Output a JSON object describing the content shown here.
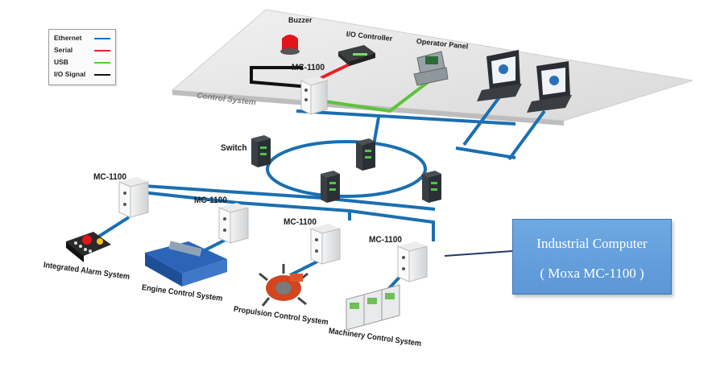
{
  "legend": {
    "items": [
      {
        "label": "Ethernet",
        "color": "#1a6fb0"
      },
      {
        "label": "Serial",
        "color": "#e8202a"
      },
      {
        "label": "USB",
        "color": "#5cc43a"
      },
      {
        "label": "I/O Signal",
        "color": "#111111"
      }
    ]
  },
  "control_system": {
    "plane_label": "Control System",
    "buzzer": "Buzzer",
    "io_controller": "I/O Controller",
    "operator_panel": "Operator Panel",
    "mc_label": "MC-1100"
  },
  "network": {
    "switch_label": "Switch"
  },
  "nodes": {
    "mc1": "MC-1100",
    "mc2": "MC-1100",
    "mc3": "MC-1100",
    "mc4": "MC-1100"
  },
  "subsystems": {
    "alarm": "Integrated Alarm System",
    "engine": "Engine Control System",
    "propulsion": "Propulsion Control System",
    "machinery": "Machinery Control System"
  },
  "callout": {
    "line1": "Industrial Computer",
    "line2": "( Moxa MC-1100 )"
  },
  "colors": {
    "ethernet": "#1a6fb0",
    "serial": "#e8202a",
    "usb": "#5cc43a",
    "io_signal": "#111111",
    "callout_bg": "#6aa5df"
  }
}
